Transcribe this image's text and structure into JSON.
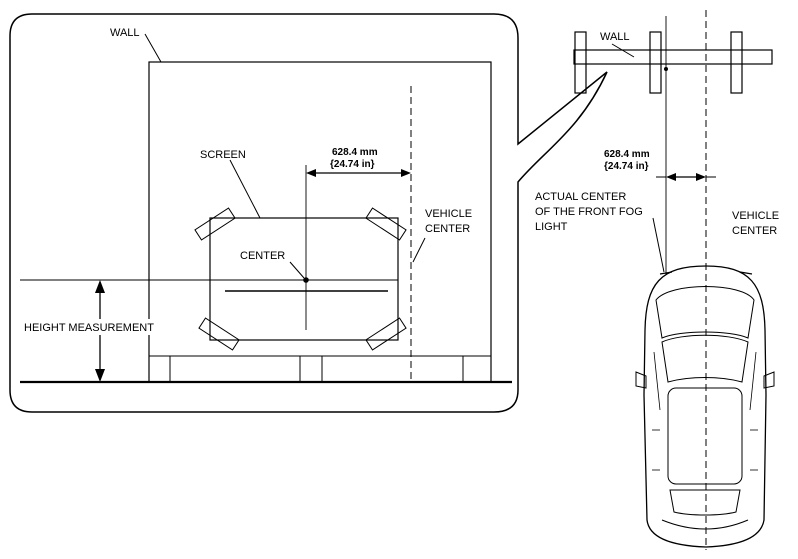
{
  "figure": {
    "background": "#ffffff",
    "line_color": "#000000"
  },
  "callout": {
    "wall_label": "WALL",
    "screen_label": "SCREEN",
    "center_label": "CENTER",
    "height_label": "HEIGHT MEASUREMENT",
    "dimension_mm": "628.4 mm",
    "dimension_in": "{24.74 in}",
    "vehicle_center_line1": "VEHICLE",
    "vehicle_center_line2": "CENTER"
  },
  "top_view": {
    "wall_label": "WALL",
    "dimension_mm": "628.4 mm",
    "dimension_in": "{24.74 in}",
    "fog_light_line1": "ACTUAL CENTER",
    "fog_light_line2": "OF THE FRONT FOG",
    "fog_light_line3": "LIGHT",
    "vehicle_center_line1": "VEHICLE",
    "vehicle_center_line2": "CENTER"
  }
}
